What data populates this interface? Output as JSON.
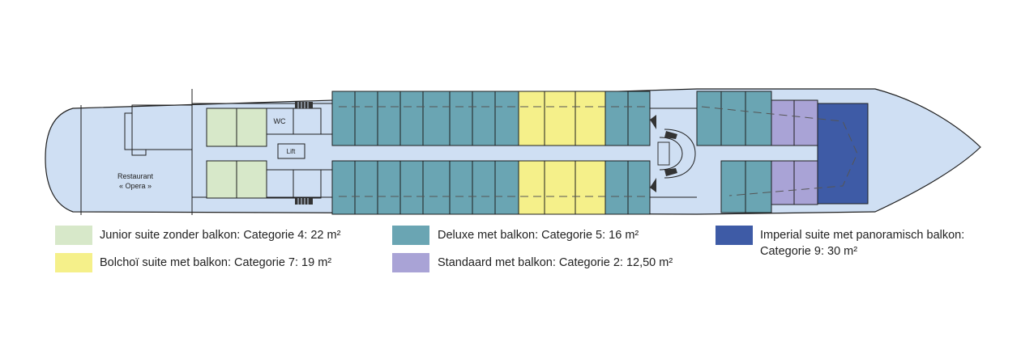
{
  "colors": {
    "hull": "#cfdff3",
    "outline": "#1f1f1f",
    "junior": "#d7e8c9",
    "bolchoi": "#f5f08a",
    "deluxe": "#6aa5b3",
    "standaard": "#a9a3d6",
    "imperial": "#3e5ba6",
    "dash": "#555555"
  },
  "deck_labels": {
    "wc": "WC",
    "lift": "Lift",
    "restaurant_line1": "Restaurant",
    "restaurant_line2": "« Opera »"
  },
  "legend": {
    "junior": "Junior suite zonder balkon: Categorie 4: 22 m²",
    "bolchoi": "Bolchoï suite met balkon: Categorie 7: 19 m²",
    "deluxe": "Deluxe met balkon: Categorie 5: 16 m²",
    "standaard": "Standaard met balkon: Categorie 2: 12,50 m²",
    "imperial_line1": "Imperial suite met panoramisch balkon:",
    "imperial_line2": "Categorie 9: 30 m²"
  }
}
